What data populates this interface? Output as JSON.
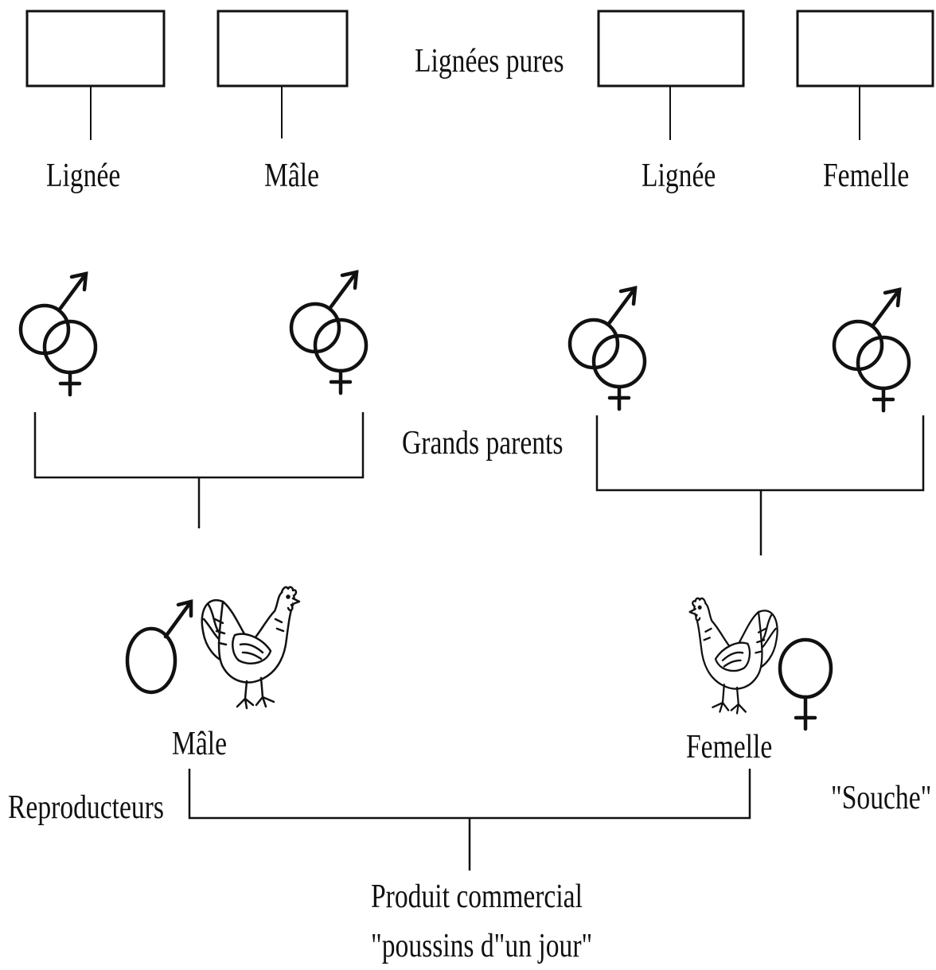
{
  "labels": {
    "lignees_pures": "Lignées pures",
    "lignee_1": "Lignée",
    "male_top": "Mâle",
    "lignee_2": "Lignée",
    "femelle_top": "Femelle",
    "grands_parents": "Grands  parents",
    "male_bottom": "Mâle",
    "femelle_bottom": "Femelle",
    "reproducteurs": "Reproducteurs",
    "souche": "\"Souche\"",
    "produit_commercial": "Produit commercial",
    "poussins": "\"poussins d\"un jour\""
  },
  "icons": {
    "couple_symbol": "male-female-symbol-icon",
    "male_symbol": "male-symbol-icon",
    "female_symbol": "female-symbol-icon",
    "rooster": "rooster-icon",
    "hen": "hen-icon"
  },
  "colors": {
    "stroke": "#111111",
    "background": "#ffffff"
  }
}
